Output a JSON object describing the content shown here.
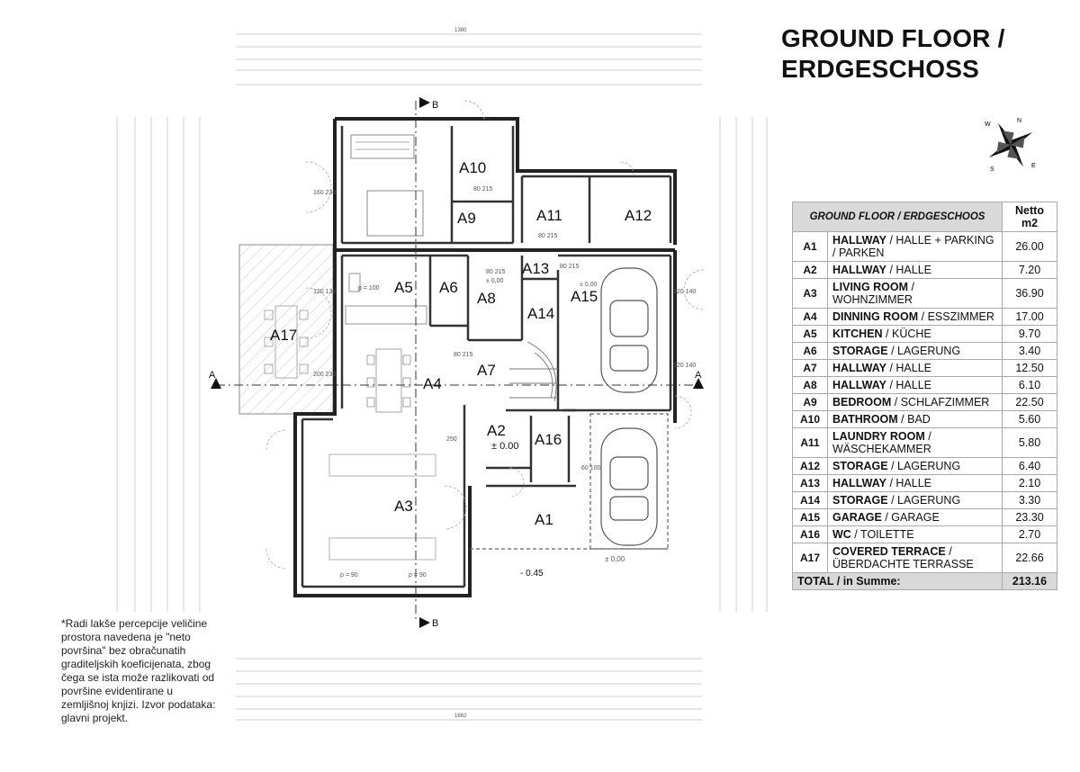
{
  "title_line1": "GROUND FLOOR /",
  "title_line2": "ERDGESCHOSS",
  "note": "*Radi lakše percepcije veličine prostora navedena je \"neto površina\" bez obračunatih graditeljskih koeficijenata, zbog čega se ista može razlikovati od površine evidentirane u zemljišnoj knjizi. Izvor podataka: glavni projekt.",
  "compass": {
    "n": "N",
    "w": "W",
    "e": "E",
    "s": "S"
  },
  "table": {
    "header_title": "GROUND FLOOR / ERDGESCHOOS",
    "header_netto": "Netto m2",
    "rows": [
      {
        "code": "A1",
        "en": "HALLWAY",
        "de": "HALLE + PARKING / PARKEN",
        "value": "26.00"
      },
      {
        "code": "A2",
        "en": "HALLWAY",
        "de": "HALLE",
        "value": "7.20"
      },
      {
        "code": "A3",
        "en": "LIVING ROOM",
        "de": "WOHNZIMMER",
        "value": "36.90"
      },
      {
        "code": "A4",
        "en": "DINNING ROOM",
        "de": "ESSZIMMER",
        "value": "17.00"
      },
      {
        "code": "A5",
        "en": "KITCHEN",
        "de": "KÜCHE",
        "value": "9.70"
      },
      {
        "code": "A6",
        "en": "STORAGE",
        "de": "LAGERUNG",
        "value": "3.40"
      },
      {
        "code": "A7",
        "en": "HALLWAY",
        "de": "HALLE",
        "value": "12.50"
      },
      {
        "code": "A8",
        "en": "HALLWAY",
        "de": "HALLE",
        "value": "6.10"
      },
      {
        "code": "A9",
        "en": "BEDROOM",
        "de": "SCHLAFZIMMER",
        "value": "22.50"
      },
      {
        "code": "A10",
        "en": "BATHROOM",
        "de": "BAD",
        "value": "5.60"
      },
      {
        "code": "A11",
        "en": "LAUNDRY ROOM",
        "de": "WÄSCHEKAMMER",
        "value": "5.80"
      },
      {
        "code": "A12",
        "en": "STORAGE",
        "de": "LAGERUNG",
        "value": "6.40"
      },
      {
        "code": "A13",
        "en": "HALLWAY",
        "de": "HALLE",
        "value": "2.10"
      },
      {
        "code": "A14",
        "en": "STORAGE",
        "de": "LAGERUNG",
        "value": "3.30"
      },
      {
        "code": "A15",
        "en": "GARAGE",
        "de": "GARAGE",
        "value": "23.30"
      },
      {
        "code": "A16",
        "en": "WC",
        "de": "TOILETTE",
        "value": "2.70"
      },
      {
        "code": "A17",
        "en": "COVERED TERRACE",
        "de": "ÜBERDACHTE TERRASSE",
        "value": "22.66"
      }
    ],
    "total_label": "TOTAL / in Summe:",
    "total_value": "213.16"
  },
  "plan": {
    "rooms": {
      "A1": "A1",
      "A2": "A2",
      "A3": "A3",
      "A4": "A4",
      "A5": "A5",
      "A6": "A6",
      "A7": "A7",
      "A8": "A8",
      "A9": "A9",
      "A10": "A10",
      "A11": "A11",
      "A12": "A12",
      "A13": "A13",
      "A14": "A14",
      "A15": "A15",
      "A16": "A16",
      "A17": "A17"
    },
    "section_a": "A",
    "section_b": "B",
    "level_a2": "± 0.00",
    "level_a8": "± 0,00",
    "level_a15": "± 0,00",
    "level_entry": "± 0,00",
    "level_low": "- 0.45",
    "p_a5": "p = 100",
    "p_a3_left": "p = 90",
    "p_a3_right": "p = 90",
    "dim_a9_left": "160 230",
    "dim_a5_left": "120 130",
    "dim_a4_left": "200 230",
    "dim_a15_right": "120 140",
    "dim_a15_right2": "120 140",
    "dim_a2_left": "250",
    "dim_a16": "60 100",
    "dim_a8": "80 215",
    "dim_a13": "80 215",
    "dim_a11": "80 215",
    "dim_a10": "80 215",
    "dim_a7": "80 215",
    "dim_top_total": "1380",
    "dim_bottom_total": "1662"
  }
}
